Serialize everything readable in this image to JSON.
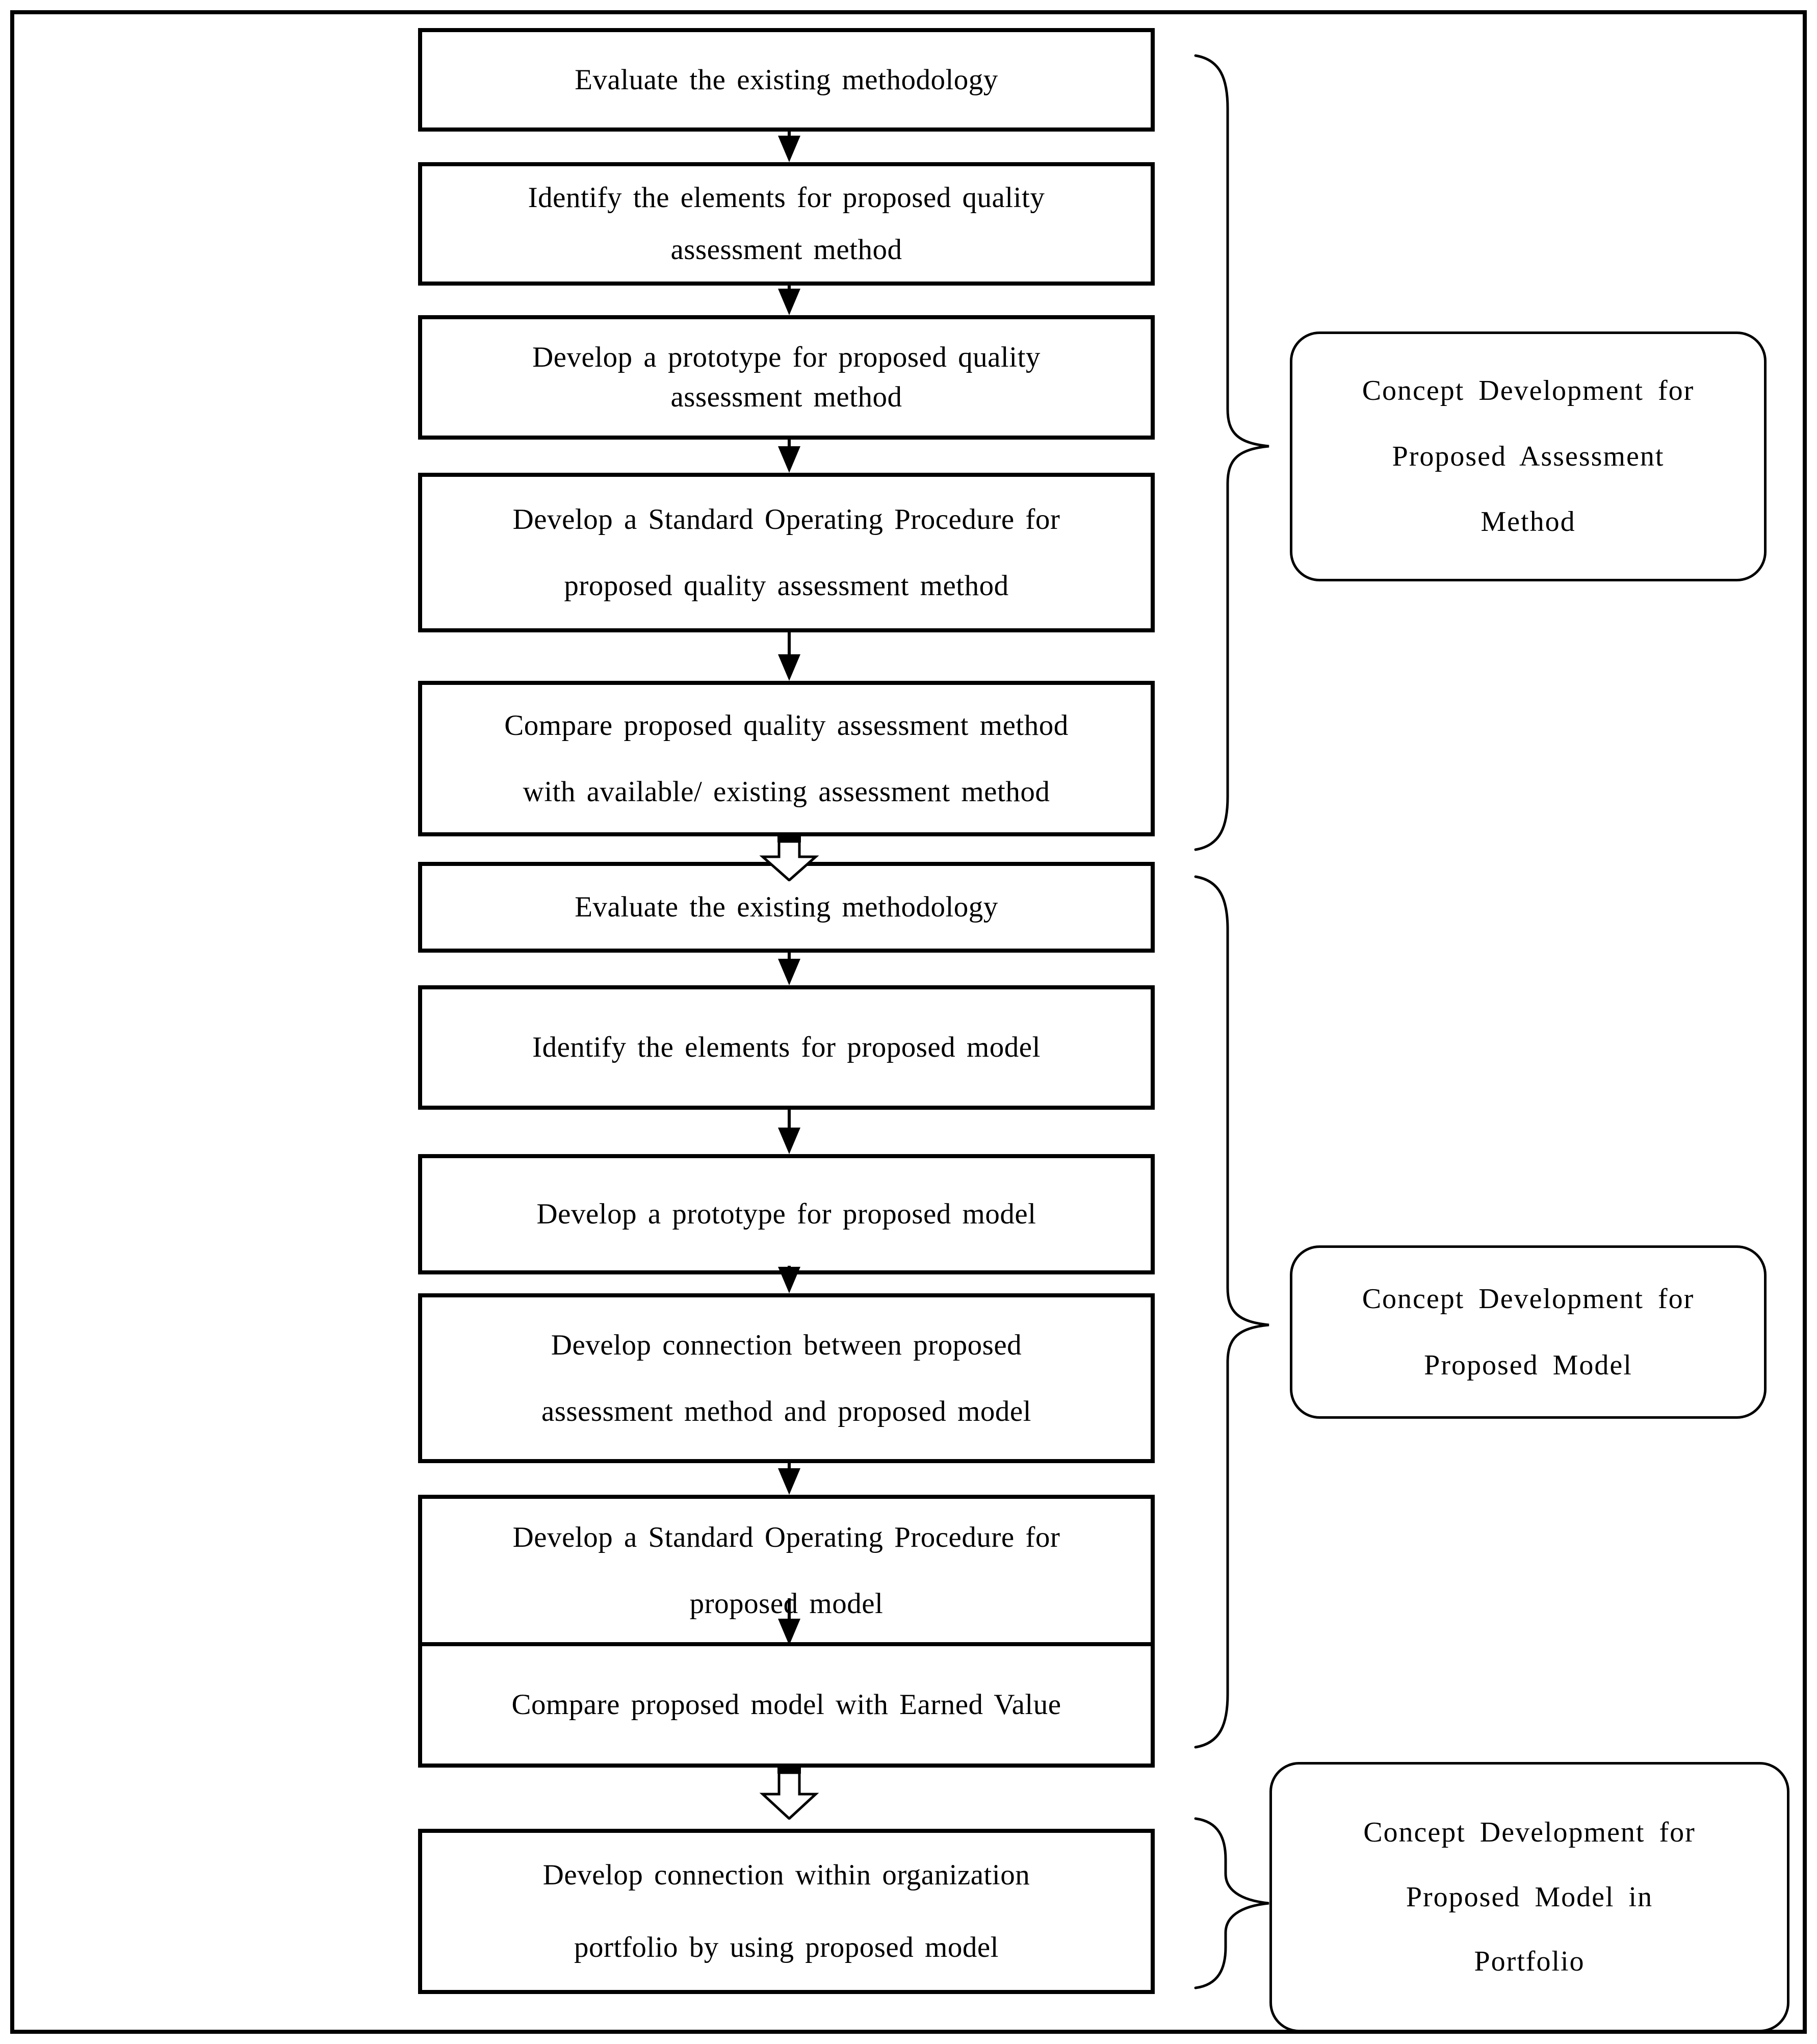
{
  "colors": {
    "ink": "#000000",
    "background": "#ffffff"
  },
  "flowchart": {
    "boxes": [
      {
        "lines": [
          "Evaluate the existing methodology"
        ]
      },
      {
        "lines": [
          "Identify the elements for proposed quality",
          "assessment method"
        ]
      },
      {
        "lines": [
          "Develop a prototype for proposed quality",
          "assessment method"
        ]
      },
      {
        "lines": [
          "Develop a Standard Operating Procedure for",
          "proposed quality assessment method"
        ]
      },
      {
        "lines": [
          "Compare proposed quality assessment method",
          "with available/ existing assessment method"
        ]
      },
      {
        "lines": [
          "Evaluate the existing methodology"
        ]
      },
      {
        "lines": [
          "Identify the elements for proposed model"
        ]
      },
      {
        "lines": [
          "Develop a prototype for proposed model"
        ]
      },
      {
        "lines": [
          "Develop connection between proposed",
          "assessment method and proposed model"
        ]
      },
      {
        "lines": [
          "Develop a Standard Operating Procedure for",
          "proposed model"
        ]
      },
      {
        "lines": [
          "Compare proposed model with Earned Value"
        ]
      },
      {
        "lines": [
          "Develop connection within organization",
          "portfolio by using proposed model"
        ]
      }
    ],
    "groups": [
      {
        "label_lines": [
          "Concept Development for",
          "Proposed Assessment",
          "Method"
        ]
      },
      {
        "label_lines": [
          "Concept Development for",
          "Proposed Model"
        ]
      },
      {
        "label_lines": [
          "Concept Development for",
          "Proposed Model in",
          "Portfolio"
        ]
      }
    ]
  }
}
